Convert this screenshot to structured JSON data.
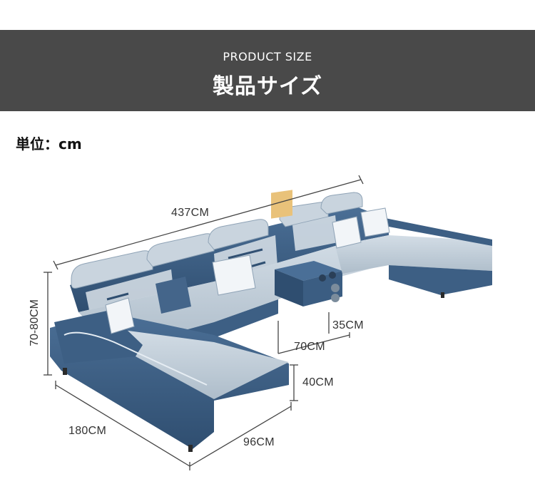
{
  "header": {
    "title_en": "PRODUCT SIZE",
    "title_ja": "製品サイズ"
  },
  "unit": "単位：cm",
  "dimensions": {
    "total_length": "437CM",
    "height": "70-80CM",
    "console_depth": "35CM",
    "console_width": "70CM",
    "seat_height": "40CM",
    "chaise_length": "180CM",
    "chaise_width": "96CM"
  },
  "colors": {
    "header_bg": "#494949",
    "sofa_blue": "#3d5f84",
    "sofa_light": "#c3cfd9",
    "dimension_line": "#444444"
  }
}
